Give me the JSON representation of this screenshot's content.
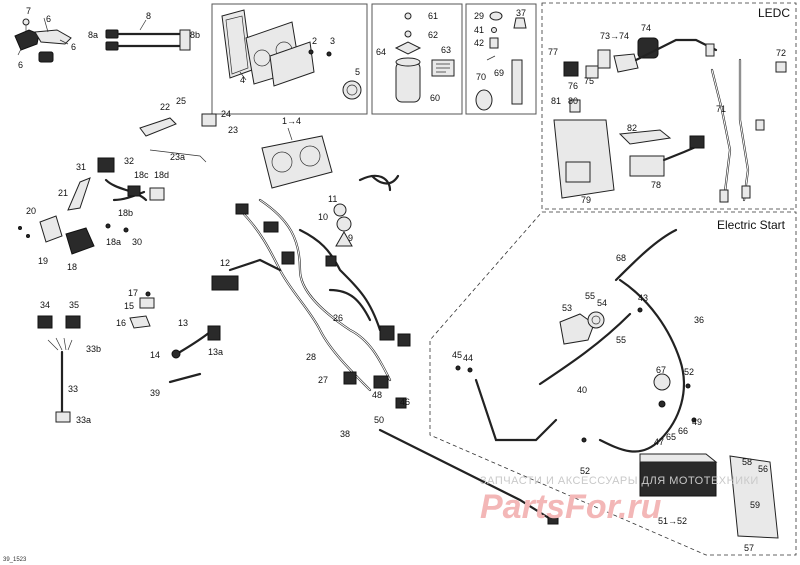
{
  "sections": {
    "ledc": "LEDC",
    "electric_start": "Electric Start"
  },
  "watermark": {
    "line1": "ЗАПЧАСТИ И АКСЕССУАРЫ ДЛЯ МОТОТЕХНИКИ",
    "logo": "PartsFor.ru"
  },
  "footer_code": "39_1523",
  "callouts": {
    "c1": "1→4",
    "c2": "2",
    "c3": "3",
    "c4": "4",
    "c5": "5",
    "c6a": "6",
    "c6b": "6",
    "c6c": "6",
    "c7": "7",
    "c8": "8",
    "c8a": "8a",
    "c8b": "8b",
    "c9": "9",
    "c10": "10",
    "c11": "11",
    "c12": "12",
    "c13": "13",
    "c13a": "13a",
    "c14": "14",
    "c15": "15",
    "c16": "16",
    "c17": "17",
    "c18": "18",
    "c18a": "18a",
    "c18b": "18b",
    "c18c": "18c",
    "c18d": "18d",
    "c19": "19",
    "c20": "20",
    "c21": "21",
    "c22": "22",
    "c23": "23",
    "c23a": "23a",
    "c24": "24",
    "c25": "25",
    "c26": "26",
    "c27": "27",
    "c28": "28",
    "c29": "29",
    "c30": "30",
    "c31": "31",
    "c32": "32",
    "c33": "33",
    "c33a": "33a",
    "c33b": "33b",
    "c34": "34",
    "c35": "35",
    "c36": "36",
    "c37": "37",
    "c38": "38",
    "c39": "39",
    "c40": "40",
    "c41": "41",
    "c42": "42",
    "c43": "43",
    "c44": "44",
    "c45": "45",
    "c46": "46",
    "c47": "47",
    "c48": "48",
    "c49": "49",
    "c50": "50",
    "c51": "51→52",
    "c52a": "52",
    "c52b": "52",
    "c53": "53",
    "c54": "54",
    "c55a": "55",
    "c55b": "55",
    "c56": "56",
    "c57": "57",
    "c58": "58",
    "c59": "59",
    "c60": "60",
    "c61": "61",
    "c62": "62",
    "c63": "63",
    "c64": "64",
    "c65": "65",
    "c66": "66",
    "c67": "67",
    "c68": "68",
    "c69": "69",
    "c70": "70",
    "c71": "71",
    "c72": "72",
    "c73": "73→74",
    "c74": "74",
    "c75": "75",
    "c76": "76",
    "c77": "77",
    "c78": "78",
    "c79": "79",
    "c80": "80",
    "c81": "81",
    "c82": "82"
  }
}
